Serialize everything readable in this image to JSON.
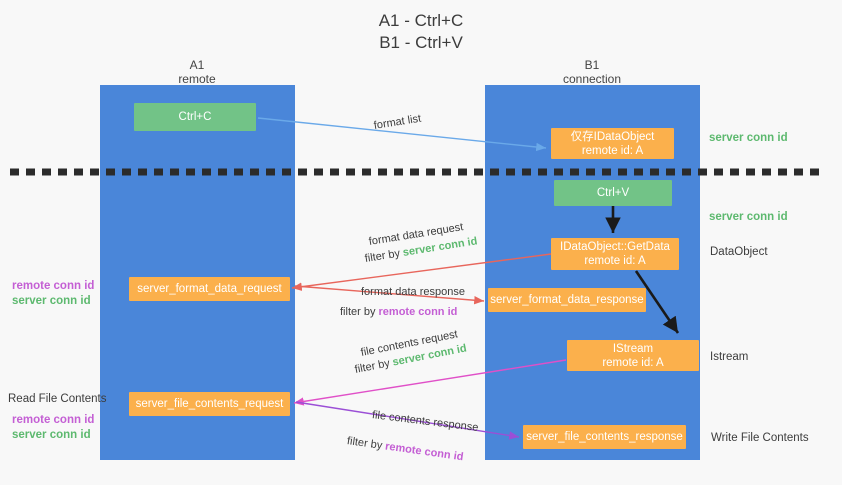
{
  "title": {
    "line1": "A1 - Ctrl+C",
    "line2": "B1 - Ctrl+V"
  },
  "lanes": [
    {
      "name": "A1",
      "sub": "remote"
    },
    {
      "name": "B1",
      "sub": "connection"
    }
  ],
  "boxes": {
    "ctrl_c": {
      "line1": "Ctrl+C",
      "line2": ""
    },
    "data_object_top": {
      "line1": "仅存IDataObject",
      "line2": "remote id: A"
    },
    "ctrl_v": {
      "line1": "Ctrl+V",
      "line2": ""
    },
    "getdata": {
      "line1": "IDataObject::GetData",
      "line2": "remote id: A"
    },
    "format_data_request": {
      "line1": "server_format_data_request",
      "line2": ""
    },
    "format_data_response": {
      "line1": "server_format_data_response",
      "line2": ""
    },
    "istream": {
      "line1": "IStream",
      "line2": "remote id: A"
    },
    "file_contents_request": {
      "line1": "server_file_contents_request",
      "line2": ""
    },
    "file_contents_response": {
      "line1": "server_file_contents_response",
      "line2": ""
    }
  },
  "edges": {
    "format_list": "format list",
    "format_data_request": "format data request",
    "format_data_request_filter_pre": "filter by ",
    "format_data_request_filter_key": "server conn id",
    "format_data_response": "format data response",
    "format_data_response_filter_pre": "filter by ",
    "format_data_response_filter_key": "remote conn id",
    "file_contents_request": "file contents request",
    "file_contents_request_filter_pre": "filter by ",
    "file_contents_request_filter_key": "server conn id",
    "file_contents_response": "file contents response",
    "file_contents_response_filter_pre": "filter by ",
    "file_contents_response_filter_key": "remote conn id"
  },
  "right_labels": {
    "server_conn_id_1": "server conn id",
    "server_conn_id_2": "server conn id",
    "data_object": "DataObject",
    "istream": "Istream",
    "write_file_contents": "Write File Contents"
  },
  "left_labels": {
    "remote_conn_id_1": "remote conn id",
    "server_conn_id_1": "server conn id",
    "read_file_contents": "Read File Contents",
    "remote_conn_id_2": "remote conn id",
    "server_conn_id_2": "server conn id"
  },
  "colors": {
    "lane": "#4a86d9",
    "green_box": "#72c387",
    "orange_box": "#fbb04c",
    "green_text": "#5db96f",
    "purple_text": "#c45fd4",
    "red_arrow": "#e8665c",
    "blue_arrow": "#6aa9e9",
    "magenta_arrow": "#e050c8",
    "purple_arrow": "#9b4fd6",
    "dark_arrow": "#1a1a1a"
  }
}
